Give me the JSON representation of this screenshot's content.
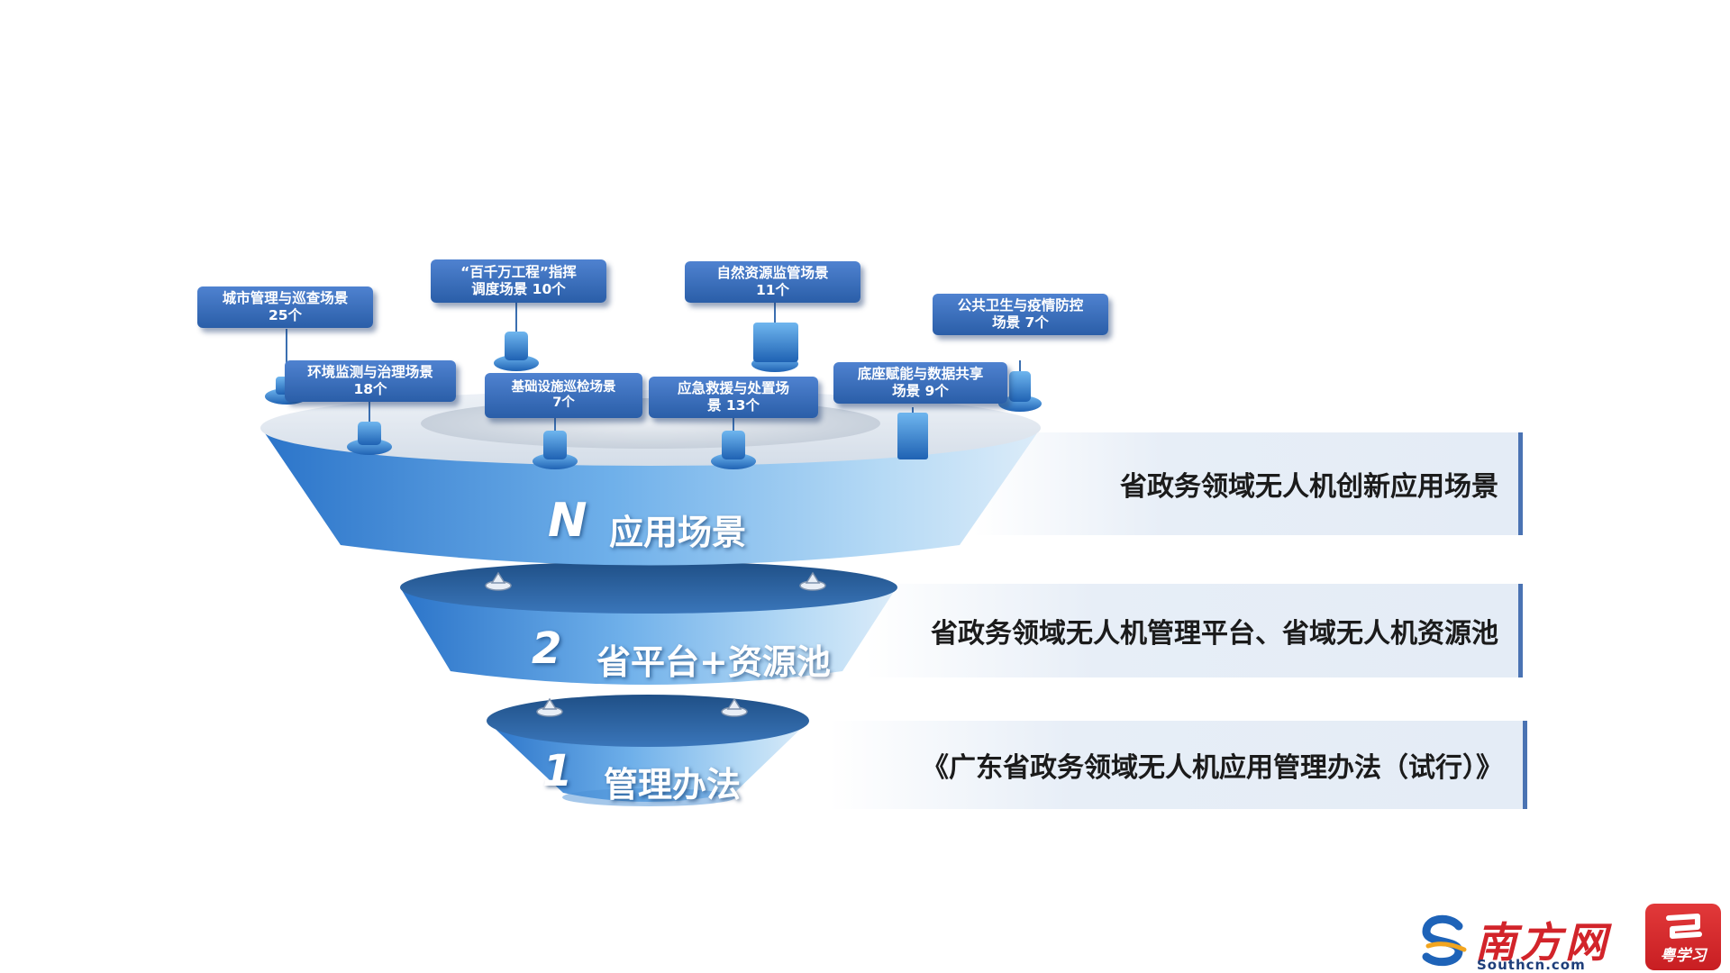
{
  "tiers": [
    {
      "num": "N",
      "label": "应用场景",
      "description": "省政务领域无人机创新应用场景"
    },
    {
      "num": "2",
      "label": "省平台+资源池",
      "description": "省政务领域无人机管理平台、省域无人机资源池"
    },
    {
      "num": "1",
      "label": "管理办法",
      "description": "《广东省政务领域无人机应用管理办法（试行）》"
    }
  ],
  "scenes": [
    {
      "line1": "城市管理与巡查场景",
      "line2": "25个"
    },
    {
      "line1": "“百千万工程”指挥",
      "line2": "调度场景  10个"
    },
    {
      "line1": "自然资源监管场景",
      "line2": "11个"
    },
    {
      "line1": "公共卫生与疫情防控",
      "line2": "场景  7个"
    },
    {
      "line1": "环境监测与治理场景",
      "line2": "18个"
    },
    {
      "line1": "基础设施巡检场景",
      "line2": "7个"
    },
    {
      "line1": "应急救援与处置场",
      "line2": "景  13个"
    },
    {
      "line1": "底座赋能与数据共享",
      "line2": "场景  9个"
    }
  ],
  "logos": {
    "southcn_cn": "南方网",
    "southcn_en": "Southcn.com",
    "yuexuexi": "粤学习"
  },
  "colors": {
    "funnel_light": "#9fcbef",
    "funnel_dark": "#2670c4",
    "band_border": "#4a73b3",
    "brand_red": "#d2242a"
  }
}
